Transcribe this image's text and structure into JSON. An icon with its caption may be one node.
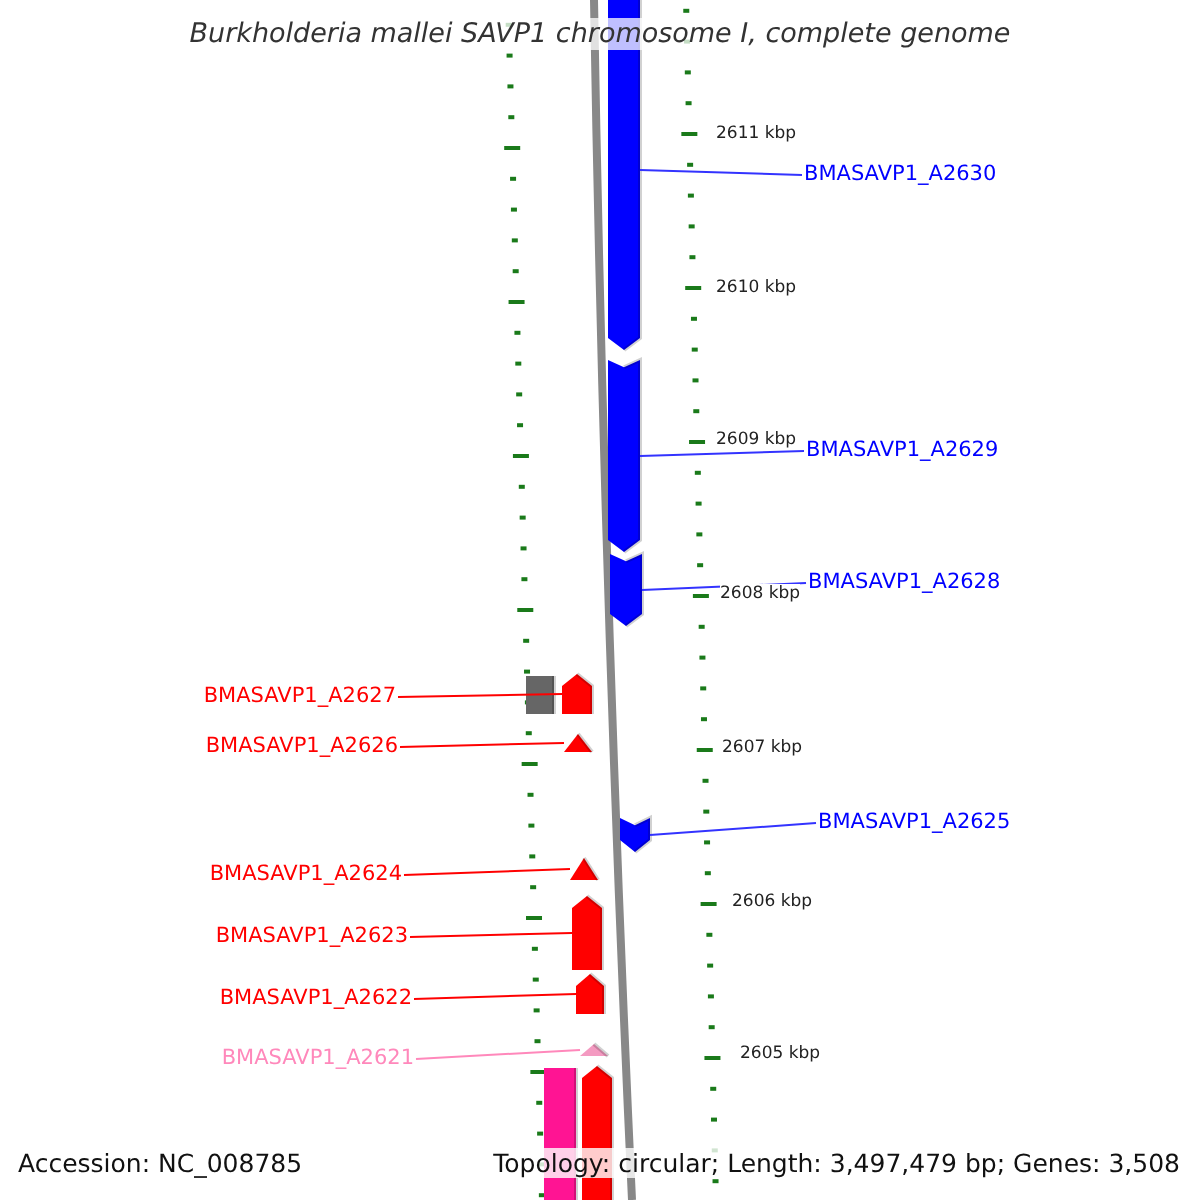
{
  "diagram": {
    "title": "Burkholderia mallei SAVP1 chromosome I, complete genome",
    "nodes": [
      {
        "text": [],
        "shape": "pentagon"
      },
      {
        "text": [
          "BMASAVP1_A2630"
        ]
      },
      {
        "text": [],
        "shape": "pentagon"
      },
      {
        "text": [
          "BMASAVP1_A2629"
        ]
      },
      {
        "text": [],
        "shape": "pentagon"
      },
      {
        "text": [
          "BMASAVP1_A2628"
        ]
      },
      {
        "text": [],
        "shape": "box"
      },
      {
        "text": [
          "BMASAVP1_A2627"
        ]
      },
      {
        "text": [],
        "shape": "pentagon"
      },
      {
        "text": [
          "BMASAVP1_A2626"
        ]
      },
      {
        "text": [],
        "shape": "pentagon"
      },
      {
        "text": [],
        "shape": "pentagon"
      },
      {
        "text": [
          "BMASAVP1_A2625"
        ]
      },
      {
        "text": [
          "BMASAVP1_A2624"
        ]
      },
      {
        "text": [],
        "shape": "pentagon"
      },
      {
        "text": [
          "BMASAVP1_A2623"
        ]
      },
      {
        "text": [],
        "shape": "pentagon"
      },
      {
        "text": [
          "BMASAVP1_A2622"
        ]
      },
      {
        "text": [],
        "shape": "pentagon"
      },
      {
        "text": [
          "BMASAVP1_A2621"
        ]
      },
      {
        "text": [],
        "shape": "pentagon"
      },
      {
        "text": [],
        "shape": "bar"
      },
      {
        "text": [],
        "shape": "pentagon"
      }
    ],
    "edges": [
      {
        "from": 1,
        "to": 0,
        "arrow": "none",
        "color": "#3333ff"
      },
      {
        "from": 3,
        "to": 2,
        "arrow": "none",
        "color": "#3333ff"
      },
      {
        "from": 5,
        "to": 4,
        "arrow": "none",
        "color": "#3333ff"
      },
      {
        "from": 7,
        "to": 8,
        "arrow": "none"
      },
      {
        "from": 9,
        "to": 10,
        "arrow": "none"
      },
      {
        "from": 12,
        "to": 11,
        "arrow": "none",
        "color": "#3333ff"
      },
      {
        "from": 13,
        "to": 14,
        "arrow": "none"
      },
      {
        "from": 15,
        "to": 16,
        "arrow": "none"
      },
      {
        "from": 17,
        "to": 18,
        "arrow": "none"
      },
      {
        "from": 19,
        "to": 20,
        "arrow": "none",
        "color": "#ff88bb"
      }
    ],
    "labels": [
      "2611 kbp",
      "2610 kbp",
      "2609 kbp",
      "2608 kbp",
      "2607 kbp",
      "2606 kbp",
      "2605 kbp",
      "Accession: NC_008785",
      "Topology: circular; Length: 3,497,479 bp; Genes: 3,508"
    ]
  }
}
